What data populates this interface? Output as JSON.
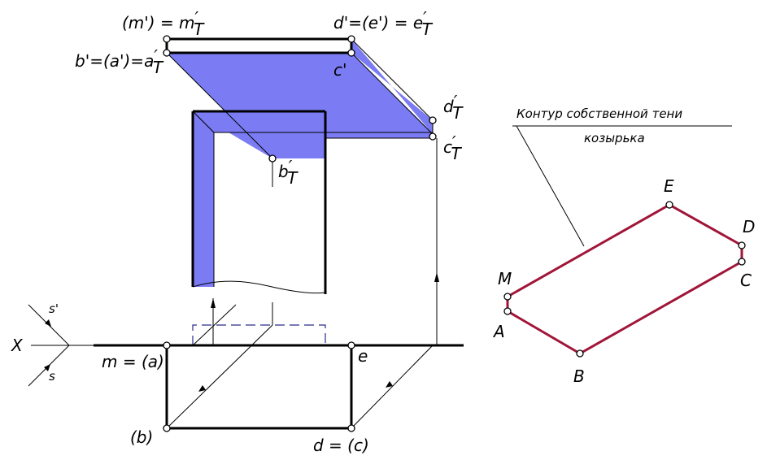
{
  "colors": {
    "shade": "#7b7bf4",
    "contour": "#a01538",
    "ink": "#000000"
  },
  "labels": {
    "axis_x": "X",
    "s_prime": "s'",
    "s": "s",
    "m_prime_pre": "(m') = m",
    "m_prime_sup": "′",
    "m_prime_sub": "T",
    "d_prime_pre": "d'=(e') = e",
    "d_prime_sup": "′",
    "d_prime_sub": "T",
    "b_prime_pre": "b'=(a')=a",
    "b_prime_sup": "′",
    "b_prime_sub": "T",
    "c_prime": "c'",
    "dT_main": "d",
    "dT_sup": "′",
    "dT_sub": "T",
    "cT_main": "c",
    "cT_sup": "′",
    "cT_sub": "T",
    "bT_main": "b",
    "bT_sup": "′",
    "bT_sub": "T",
    "m_a": "m = (a)",
    "e": "e",
    "b": "(b)",
    "d_c": "d = (c)"
  },
  "callout": {
    "line1": "Контур собственной тени",
    "line2": "козырька"
  },
  "contour_points": {
    "E": "E",
    "D": "D",
    "C": "C",
    "M": "M",
    "A": "A",
    "B": "B"
  }
}
